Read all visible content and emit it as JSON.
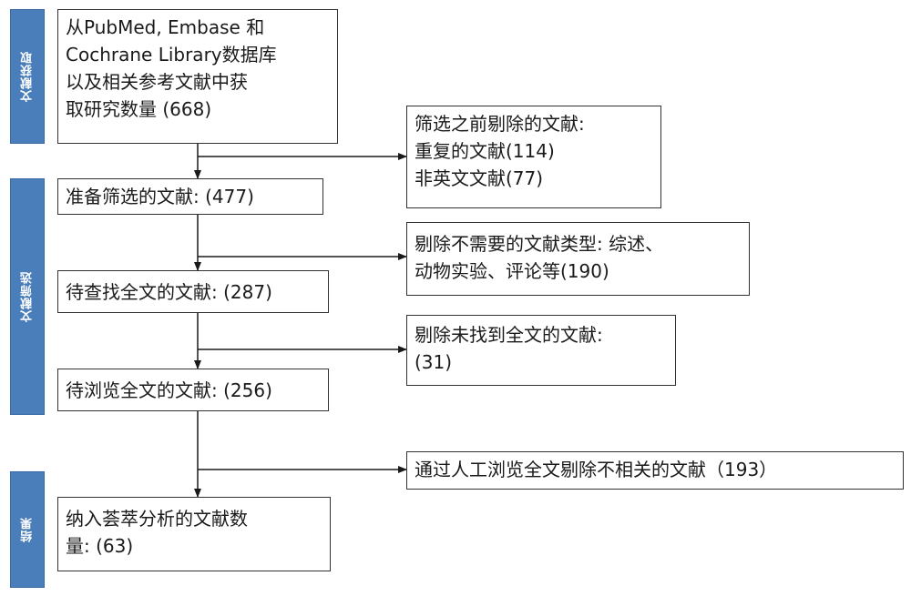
{
  "phases": {
    "identification": "文献获取",
    "screening": "文献筛选",
    "included": "结果"
  },
  "main_boxes": {
    "records_identified": "从PubMed, Embase 和\nCochrane Library数据库\n以及相关参考文献中获\n取研究数量 (668)",
    "records_screened": "准备筛选的文献: (477)",
    "reports_sought": "待查找全文的文献: (287)",
    "reports_assessed": "待浏览全文的文献: (256)",
    "studies_included": "纳入荟萃分析的文献数\n量: (63)"
  },
  "exclusion_boxes": {
    "removed_before_screening": "筛选之前剔除的文献:\n  重复的文献(114)\n  非英文文献(77)",
    "excluded_types": "剔除不需要的文献类型: 综述、\n动物实验、评论等(190)",
    "not_retrieved": "剔除未找到全文的文献:\n(31)",
    "excluded_full_text": "通过人工浏览全文剔除不相关的文献（193）"
  },
  "colors": {
    "phase_fill": "#4a7ebb",
    "phase_text": "#ffffff",
    "box_border": "#333333",
    "line": "#1a1a1a"
  }
}
